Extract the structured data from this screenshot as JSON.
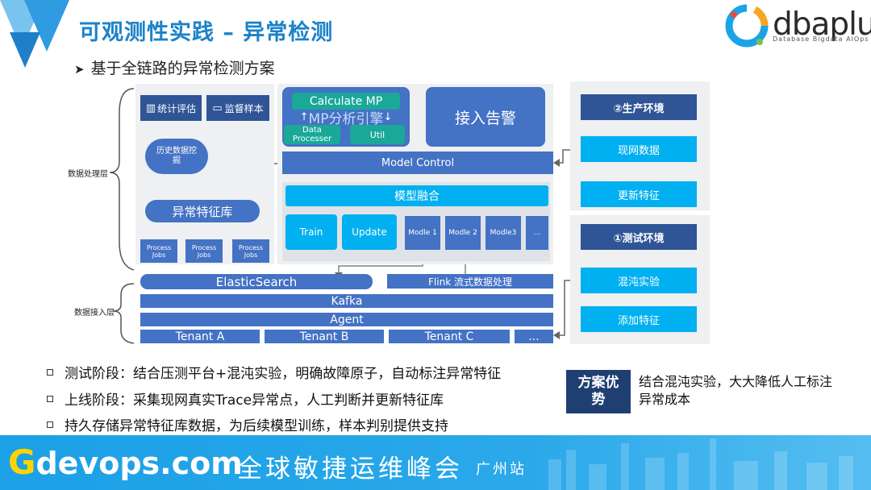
{
  "header": {
    "title": "可观测性实践 – 异常检测",
    "subtitle": "基于全链路的异常检测方案",
    "logo_main": "dbaplus",
    "logo_sub": "Database Bigdata AIOps"
  },
  "left_panel": {
    "stat_eval": "统计评估",
    "monitor_sample": "监督样本",
    "history_mining": "历史数据挖掘",
    "feature_lib": "异常特征库",
    "process_jobs": [
      "Process Jobs",
      "Process Jobs",
      "Process Jobs"
    ]
  },
  "mp_engine": {
    "calculate": "Calculate MP",
    "engine": "MP分析引擎",
    "data_processer": "Data Processer",
    "util": "Util",
    "alert": "接入告警",
    "model_control": "Model Control",
    "fusion": "模型融合",
    "train": "Train",
    "update": "Update",
    "models": [
      "Modle 1",
      "Modle 2",
      "Modle3",
      "..."
    ]
  },
  "layer_labels": {
    "processing": "数据处理层",
    "ingestion": "数据接入层"
  },
  "bottom_bars": {
    "elasticsearch": "ElasticSearch",
    "flink": "Flink 流式数据处理",
    "kafka": "Kafka",
    "agent": "Agent",
    "tenants": [
      "Tenant A",
      "Tenant B",
      "Tenant C",
      "..."
    ]
  },
  "right_panel": {
    "prod_env": "②生产环境",
    "live_data": "现网数据",
    "update_feature": "更新特征",
    "test_env": "①测试环境",
    "chaos": "混沌实验",
    "add_feature": "添加特征"
  },
  "bullets": [
    "测试阶段：结合压测平台+混沌实验，明确故障原子，自动标注异常特征",
    "上线阶段：采集现网真实Trace异常点，人工判断并更新特征库",
    "持久存储异常特征库数据，为后续模型训练，样本判别提供支持"
  ],
  "advantage": {
    "label": "方案优势",
    "text": "结合混沌实验，大大降低人工标注异常成本"
  },
  "footer": {
    "brand_g": "G",
    "brand_rest": "devops.com",
    "event": "全球敏捷运维峰会",
    "city": "广州站"
  }
}
